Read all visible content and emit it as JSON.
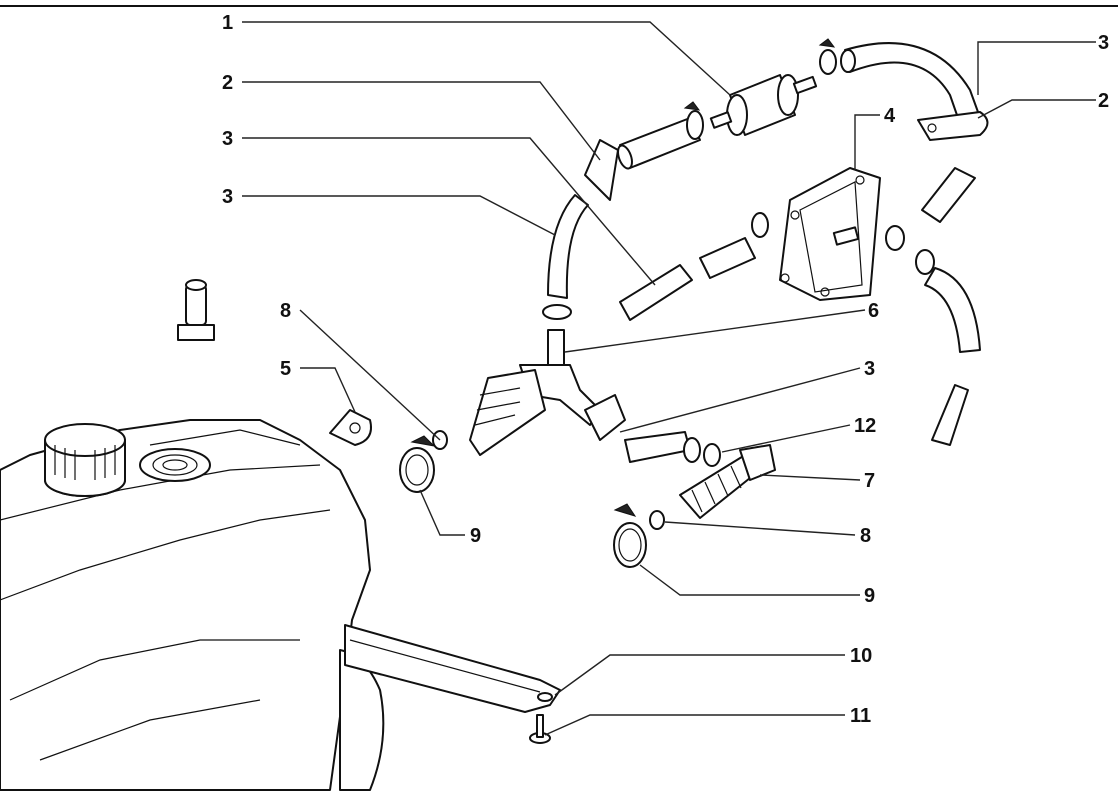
{
  "colors": {
    "ink": "#111111",
    "paper": "#ffffff"
  },
  "callouts": [
    {
      "id": "c1a",
      "label": "1"
    },
    {
      "id": "c2a",
      "label": "2"
    },
    {
      "id": "c3a",
      "label": "3"
    },
    {
      "id": "c3b",
      "label": "3"
    },
    {
      "id": "c3c",
      "label": "3"
    },
    {
      "id": "c2b",
      "label": "2"
    },
    {
      "id": "c4",
      "label": "4"
    },
    {
      "id": "c8a",
      "label": "8"
    },
    {
      "id": "c6",
      "label": "6"
    },
    {
      "id": "c5",
      "label": "5"
    },
    {
      "id": "c3d",
      "label": "3"
    },
    {
      "id": "c12",
      "label": "12"
    },
    {
      "id": "c7",
      "label": "7"
    },
    {
      "id": "c9a",
      "label": "9"
    },
    {
      "id": "c8b",
      "label": "8"
    },
    {
      "id": "c9b",
      "label": "9"
    },
    {
      "id": "c10",
      "label": "10"
    },
    {
      "id": "c11",
      "label": "11"
    }
  ]
}
